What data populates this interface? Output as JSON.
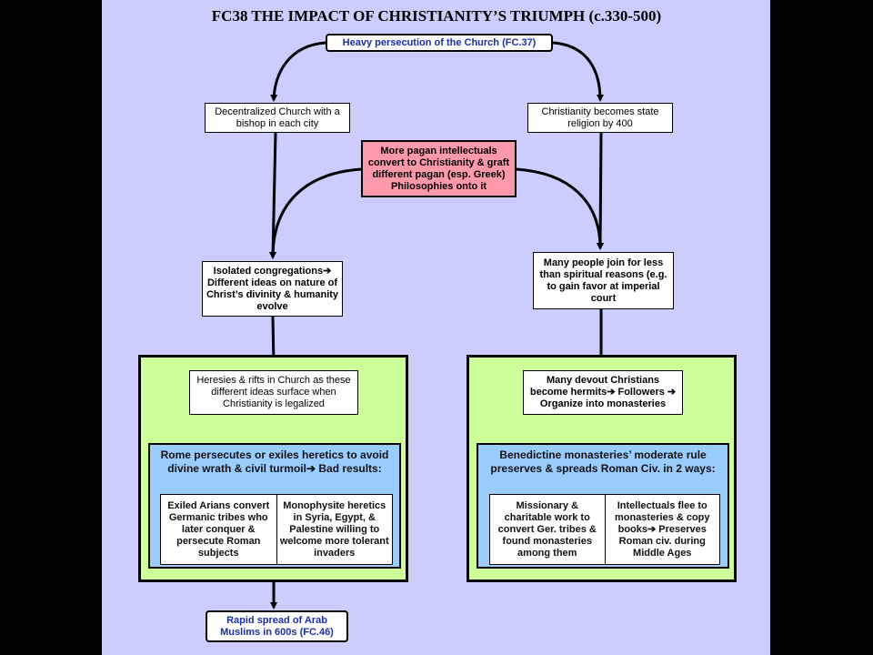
{
  "title": "FC38 THE IMPACT OF CHRISTIANITY’S TRIUMPH (c.330-500)",
  "top_box": "Heavy persecution of the Church (FC.37)",
  "left": {
    "decentralized": "Decentralized Church with a bishop in each city",
    "isolated": "Isolated congregations➔ Different ideas on nature of Christ’s divinity & humanity evolve",
    "heresies": "Heresies & rifts in Church as these different ideas surface when Christianity is legalized",
    "rome_panel": "Rome persecutes or exiles heretics to avoid divine wrath & civil turmoil➔ Bad results:",
    "result_a": "Exiled Arians convert Germanic tribes who later conquer & persecute Roman subjects",
    "result_b": "Monophysite heretics in Syria, Egypt, & Palestine willing to welcome more tolerant invaders",
    "bottom": "Rapid spread of Arab Muslims in 600s (FC.46)"
  },
  "center": {
    "pagan": "More pagan intellectuals convert to Christianity & graft different pagan (esp. Greek) Philosophies onto it"
  },
  "right": {
    "state_religion": "Christianity becomes state religion by 400",
    "many_join": "Many people join for less than spiritual reasons (e.g. to gain favor at imperial court",
    "hermits": "Many devout Christians become hermits➔ Followers ➔ Organize into monasteries",
    "benedictine_panel": "Benedictine monasteries’ moderate rule preserves & spreads Roman Civ. in 2 ways:",
    "way_a": "Missionary & charitable work to convert Ger. tribes & found monasteries among them",
    "way_b": "Intellectuals flee to monasteries & copy books➔ Preserves Roman civ. during Middle Ages"
  },
  "colors": {
    "background": "#ccccff",
    "pink": "#ff99aa",
    "green": "#ccff99",
    "blue_panel": "#99ccff",
    "link_text": "#1c2ea8"
  }
}
